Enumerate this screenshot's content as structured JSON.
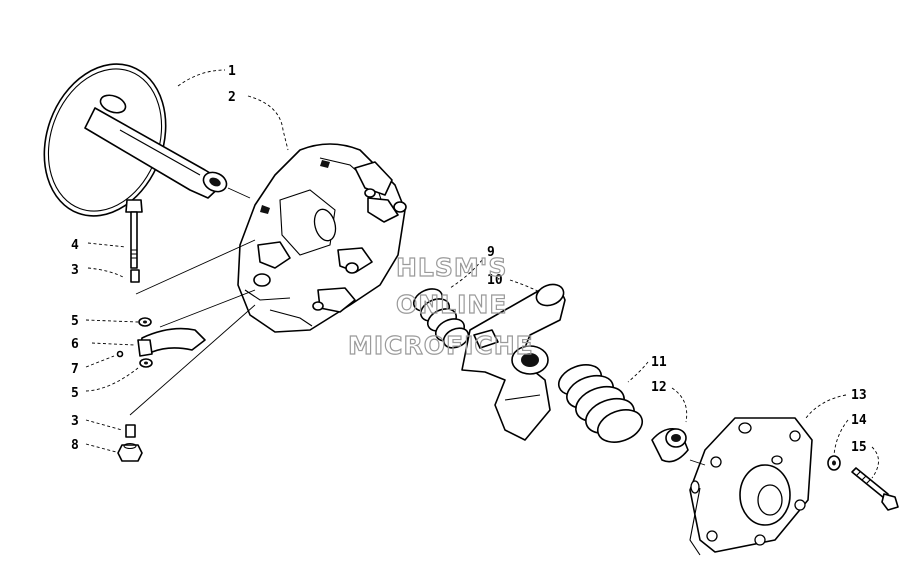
{
  "callouts": [
    {
      "id": "c1",
      "label": "1"
    },
    {
      "id": "c2",
      "label": "2"
    },
    {
      "id": "c3a",
      "label": "3"
    },
    {
      "id": "c3b",
      "label": "3"
    },
    {
      "id": "c4",
      "label": "4"
    },
    {
      "id": "c5a",
      "label": "5"
    },
    {
      "id": "c5b",
      "label": "5"
    },
    {
      "id": "c6",
      "label": "6"
    },
    {
      "id": "c7",
      "label": "7"
    },
    {
      "id": "c8",
      "label": "8"
    },
    {
      "id": "c9",
      "label": "9"
    },
    {
      "id": "c10",
      "label": "10"
    },
    {
      "id": "c11",
      "label": "11"
    },
    {
      "id": "c12",
      "label": "12"
    },
    {
      "id": "c13",
      "label": "13"
    },
    {
      "id": "c14",
      "label": "14"
    },
    {
      "id": "c15",
      "label": "15"
    }
  ],
  "watermark": {
    "line1": "HLSM'S",
    "line2": "ONLINE",
    "line3": "MICROFICHE"
  }
}
